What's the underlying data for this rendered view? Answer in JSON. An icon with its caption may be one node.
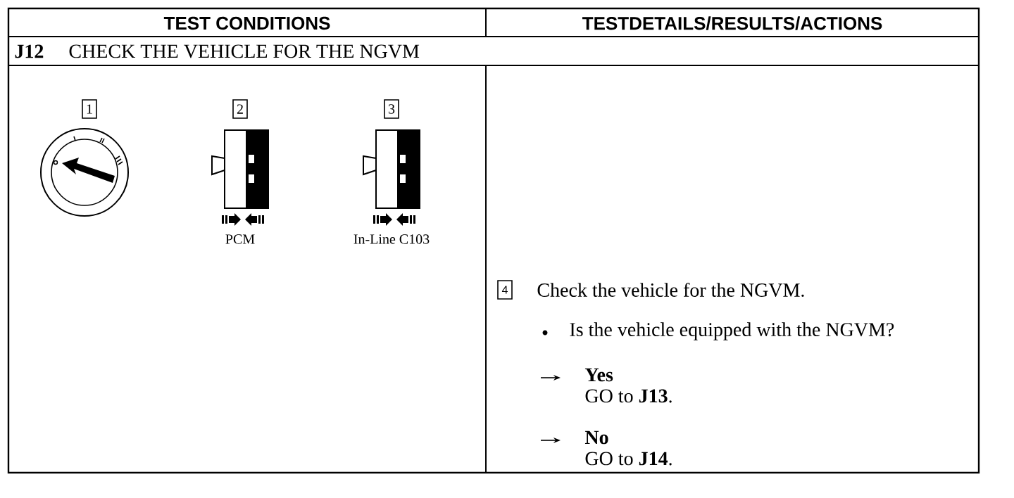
{
  "diagram": {
    "labels": [
      "TEST CONDITIONS",
      "TESTDETAILS/RESULTS/ACTIONS",
      "J12",
      "CHECK THE VEHICLE FOR THE NGVM",
      "1",
      "2",
      "3",
      "PCM",
      "In-Line C103",
      "4",
      "Check the vehicle for the NGVM.",
      "Is the vehicle equipped with the NGVM?",
      "Yes",
      "GO to **J13**.",
      "No",
      "GO to **J14**."
    ]
  }
}
